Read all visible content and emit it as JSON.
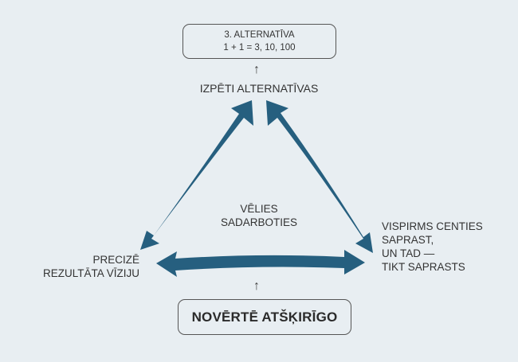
{
  "diagram": {
    "colors": {
      "background": "#e8eef2",
      "arrow": "#265f7f",
      "box_border": "#555555",
      "text": "#333333"
    },
    "top_box": {
      "line1": "3. ALTERNATĪVA",
      "line2": "1 + 1 = 3, 10, 100"
    },
    "top_label": "IZPĒTI ALTERNATĪVAS",
    "center_label": {
      "line1": "VĒLIES",
      "line2": "SADARBOTIES"
    },
    "left_label": {
      "line1": "PRECIZĒ",
      "line2": "REZULTĀTA VĪZIJU"
    },
    "right_label": {
      "line1": "VISPIRMS CENTIES",
      "line2": "SAPRAST,",
      "line3": "UN TAD —",
      "line4": "TIKT SAPRASTS"
    },
    "bottom_box": {
      "label": "NOVĒRTĒ ATŠĶIRĪGO"
    },
    "connector_arrow_glyph": "↑"
  }
}
